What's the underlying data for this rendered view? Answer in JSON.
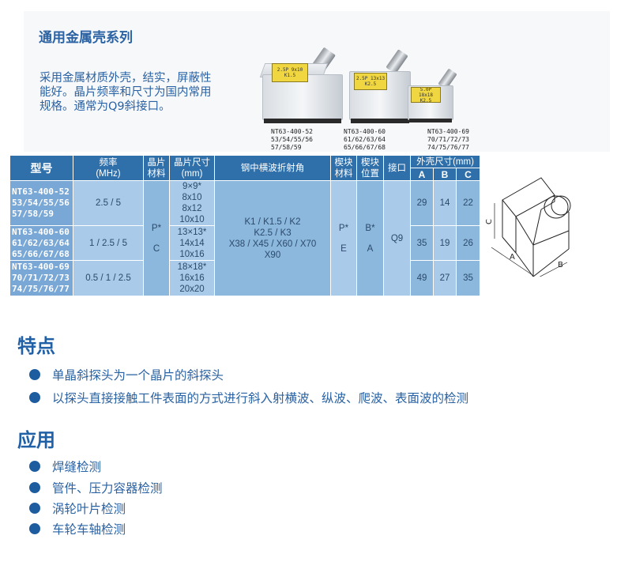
{
  "series": {
    "title": "通用金属壳系列",
    "intro": "采用金属材质外壳，结实，屏蔽性能好。晶片频率和尺寸为国内常用规格。通常为Q9斜接口。"
  },
  "probes": [
    {
      "model_lines": [
        "NT63-400-52",
        "53/54/55/56",
        "57/58/59"
      ],
      "sticker": "2.5P 9x10 K1.5"
    },
    {
      "model_lines": [
        "NT63-400-60",
        "61/62/63/64",
        "65/66/67/68"
      ],
      "sticker": "2.5P 13x13 K2.5"
    },
    {
      "model_lines": [
        "NT63-400-69",
        "70/71/72/73",
        "74/75/76/77"
      ],
      "sticker": "5.0P 18x18 K2.5"
    }
  ],
  "table": {
    "headers": {
      "model": "型号",
      "freq": [
        "频率",
        "(MHz)"
      ],
      "crystal_material": [
        "晶片",
        "材料"
      ],
      "crystal_size": [
        "晶片尺寸",
        "(mm)"
      ],
      "angle": "钢中横波折射角",
      "wedge_material": [
        "楔块",
        "材料"
      ],
      "wedge_position": [
        "楔块",
        "位置"
      ],
      "connector": "接口",
      "shell_size": "外壳尺寸(mm)",
      "a": "A",
      "b": "B",
      "c": "C"
    },
    "rows": [
      {
        "model": [
          "NT63-400-52",
          "53/54/55/56",
          "57/58/59"
        ],
        "freq": "2.5 / 5",
        "sizes": [
          "9×9*",
          "8x10",
          "8x12",
          "10x10"
        ],
        "a": "29",
        "b": "14",
        "c": "22"
      },
      {
        "model": [
          "NT63-400-60",
          "61/62/63/64",
          "65/66/67/68"
        ],
        "freq": "1 / 2.5 / 5",
        "sizes": [
          "13×13*",
          "14x14",
          "10x16"
        ],
        "a": "35",
        "b": "19",
        "c": "26"
      },
      {
        "model": [
          "NT63-400-69",
          "70/71/72/73",
          "74/75/76/77"
        ],
        "freq": "0.5 / 1 / 2.5",
        "sizes": [
          "18×18*",
          "16x16",
          "20x20"
        ],
        "a": "49",
        "b": "27",
        "c": "35"
      }
    ],
    "crystal_material": [
      "P*",
      "C"
    ],
    "angle": [
      "K1 / K1.5 / K2",
      "K2.5 / K3",
      "X38 / X45 / X60 / X70",
      "X90"
    ],
    "wedge_material": [
      "P*",
      "E"
    ],
    "wedge_position": [
      "B*",
      "A"
    ],
    "connector": "Q9"
  },
  "diagram": {
    "label_a": "A",
    "label_b": "B",
    "label_c": "C"
  },
  "features": {
    "title": "特点",
    "items": [
      "单晶斜探头为一个晶片的斜探头",
      "以探头直接接触工件表面的方式进行斜入射横波、纵波、爬波、表面波的检测"
    ]
  },
  "applications": {
    "title": "应用",
    "items": [
      "焊缝检测",
      "管件、压力容器检测",
      "涡轮叶片检测",
      "车轮车轴检测"
    ]
  },
  "colors": {
    "header": "#2f6faa",
    "cell_light": "#a9cae8",
    "cell_dark": "#8cb8de",
    "text_blue": "#2a62a3",
    "bullet": "#1e5ca0"
  }
}
